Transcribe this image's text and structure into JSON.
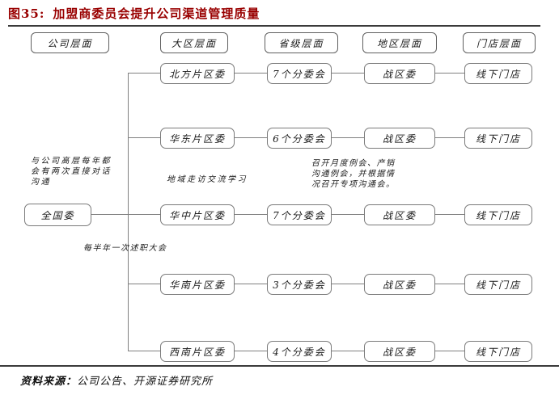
{
  "title": {
    "label": "图35:",
    "text": "加盟商委员会提升公司渠道管理质量"
  },
  "colors": {
    "accent_red": "#990000",
    "rule_dark": "#3a3a3a",
    "line_gray": "#808080",
    "box_border": "#7a7a7a",
    "text": "#1a1a1a"
  },
  "headers": [
    {
      "label": "公司层面"
    },
    {
      "label": "大区层面"
    },
    {
      "label": "省级层面"
    },
    {
      "label": "地区层面"
    },
    {
      "label": "门店层面"
    }
  ],
  "root": {
    "label": "全国委"
  },
  "rows": [
    {
      "region": "北方片区委",
      "subcommittee": "7个分委会",
      "district": "战区委",
      "store": "线下门店"
    },
    {
      "region": "华东片区委",
      "subcommittee": "6个分委会",
      "district": "战区委",
      "store": "线下门店"
    },
    {
      "region": "华中片区委",
      "subcommittee": "7个分委会",
      "district": "战区委",
      "store": "线下门店"
    },
    {
      "region": "华南片区委",
      "subcommittee": "3个分委会",
      "district": "战区委",
      "store": "线下门店"
    },
    {
      "region": "西南片区委",
      "subcommittee": "4个分委会",
      "district": "战区委",
      "store": "线下门店"
    }
  ],
  "annotations": {
    "dialogue": "与公司高层每年都会有两次直接对话沟通",
    "visit_exchange": "地域走访交流学习",
    "monthly_meeting": "召开月度例会、产销沟通例会，并根据情况召开专项沟通会。",
    "report_meeting": "每半年一次述职大会"
  },
  "source": {
    "prefix": "资料来源：",
    "text": "公司公告、开源证券研究所"
  }
}
